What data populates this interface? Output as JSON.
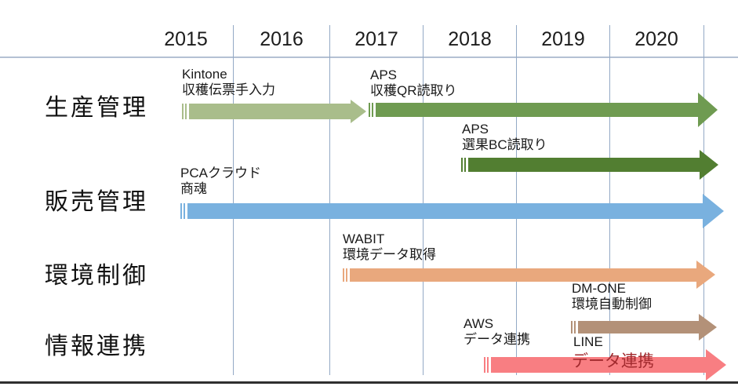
{
  "years": [
    "2015",
    "2016",
    "2017",
    "2018",
    "2019",
    "2020"
  ],
  "rows": [
    {
      "label": "生産管理",
      "items": [
        {
          "name": "Kintone",
          "desc": "収穫伝票手入力",
          "color": "#a9bd8b"
        },
        {
          "name": "APS",
          "desc": "収穫QR読取り",
          "color": "#6f9b51"
        },
        {
          "name": "APS",
          "desc": "選果BC読取り",
          "color": "#527e31"
        }
      ]
    },
    {
      "label": "販売管理",
      "items": [
        {
          "name": "PCAクラウド",
          "desc": "商魂",
          "color": "#79b1df"
        }
      ]
    },
    {
      "label": "環境制御",
      "items": [
        {
          "name": "WABIT",
          "desc": "環境データ取得",
          "color": "#e9a87d"
        },
        {
          "name": "DM-ONE",
          "desc": "環境自動制御",
          "color": "#b39178"
        }
      ]
    },
    {
      "label": "情報連携",
      "items": [
        {
          "name": "AWS",
          "desc": "データ連携",
          "color": "#f87e82"
        },
        {
          "name": "LINE",
          "desc": "データ連携",
          "color": "#f87e82",
          "desc_color": "#a22a2e"
        }
      ]
    }
  ],
  "colors": {
    "gridline": "#93a9c5",
    "header_line": "#b4c1d4",
    "bottom_line": "#2f2f2f",
    "text": "#1a1a1a",
    "line_data_label_red": "#a22a2e"
  },
  "chart_data": {
    "type": "timeline",
    "orientation": "horizontal-gantt-arrows",
    "x_axis": {
      "labels": [
        "2015",
        "2016",
        "2017",
        "2018",
        "2019",
        "2020"
      ],
      "range": [
        2015,
        2021
      ],
      "gridlines": true
    },
    "categories": [
      "生産管理",
      "販売管理",
      "環境制御",
      "情報連携"
    ],
    "items": [
      {
        "category": "生産管理",
        "system": "Kintone",
        "activity": "収穫伝票手入力",
        "start_year": 2015.5,
        "end_year": 2017.4,
        "ongoing": false,
        "color": "#a9bd8b"
      },
      {
        "category": "生産管理",
        "system": "APS",
        "activity": "収穫QR読取り",
        "start_year": 2017.5,
        "end_year": 2021,
        "ongoing": true,
        "color": "#6f9b51"
      },
      {
        "category": "生産管理",
        "system": "APS",
        "activity": "選果BC読取り",
        "start_year": 2018.4,
        "end_year": 2021,
        "ongoing": true,
        "color": "#527e31"
      },
      {
        "category": "販売管理",
        "system": "PCAクラウド",
        "activity": "商魂",
        "start_year": 2015.5,
        "end_year": 2021,
        "ongoing": true,
        "color": "#79b1df"
      },
      {
        "category": "環境制御",
        "system": "WABIT",
        "activity": "環境データ取得",
        "start_year": 2017.2,
        "end_year": 2021,
        "ongoing": true,
        "color": "#e9a87d"
      },
      {
        "category": "環境制御",
        "system": "DM-ONE",
        "activity": "環境自動制御",
        "start_year": 2019.6,
        "end_year": 2021,
        "ongoing": true,
        "color": "#b39178"
      },
      {
        "category": "情報連携",
        "system": "AWS",
        "activity": "データ連携",
        "start_year": 2018.7,
        "end_year": 2021,
        "ongoing": true,
        "color": "#f87e82"
      },
      {
        "category": "情報連携",
        "system": "LINE",
        "activity": "データ連携",
        "annotation_on_arrow": true,
        "annotation_position_year": 2019.7,
        "color": "#f87e82"
      }
    ],
    "legend": false,
    "title": ""
  }
}
